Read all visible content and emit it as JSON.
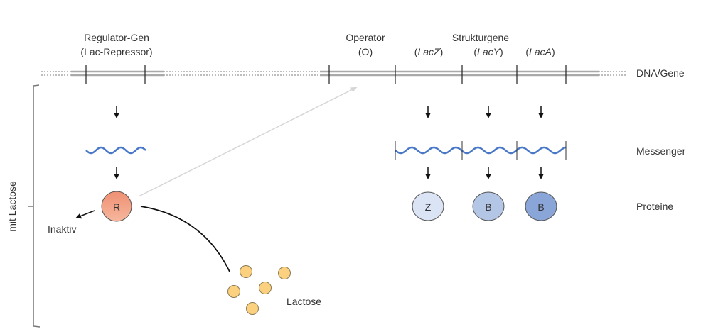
{
  "genes": {
    "regulator_line1": "Regulator-Gen",
    "regulator_line2": "(Lac-Repressor)",
    "operator_line1": "Operator",
    "operator_line2": "(O)",
    "structural_title": "Strukturgene",
    "lacz": "LacZ",
    "lacy": "LacY",
    "laca": "LacA"
  },
  "row_labels": {
    "dna": "DNA/Gene",
    "messenger": "Messenger",
    "proteins": "Proteine"
  },
  "bracket_label": "mit Lactose",
  "repressor": {
    "letter": "R",
    "color": "#f4a98c"
  },
  "inactive_label": "Inaktiv",
  "lactose_label": "Lactose",
  "proteins": [
    {
      "letter": "Z",
      "color": "#dbe4f4"
    },
    {
      "letter": "B",
      "color": "#b3c6e6"
    },
    {
      "letter": "B",
      "color": "#8aa6d9"
    }
  ],
  "colors": {
    "mrna": "#4a78c9",
    "lactose": "#fbd07e",
    "dna": "#a9a9a9"
  }
}
